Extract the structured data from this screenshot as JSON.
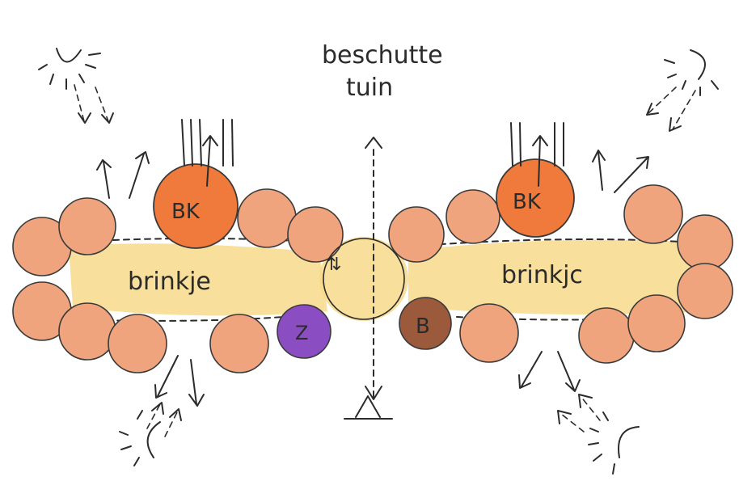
{
  "labels": {
    "garden_line1": "beschutte",
    "garden_line2": "tuin",
    "square_left": "brinkje",
    "square_right": "brinkjc",
    "bk_left": "BK",
    "bk_right": "BK",
    "z_circle": "Z",
    "b_circle": "B",
    "center_symbol": "⇅"
  },
  "colors": {
    "house": "#f0a47e",
    "bk": "#ef7a3c",
    "square": "#f7d98a",
    "z": "#8a4ec2",
    "b": "#9b5a3c",
    "ink": "#2b2b2b"
  },
  "icons": [
    "sun-icon",
    "wind-arrow-icon",
    "access-triangle-icon"
  ]
}
